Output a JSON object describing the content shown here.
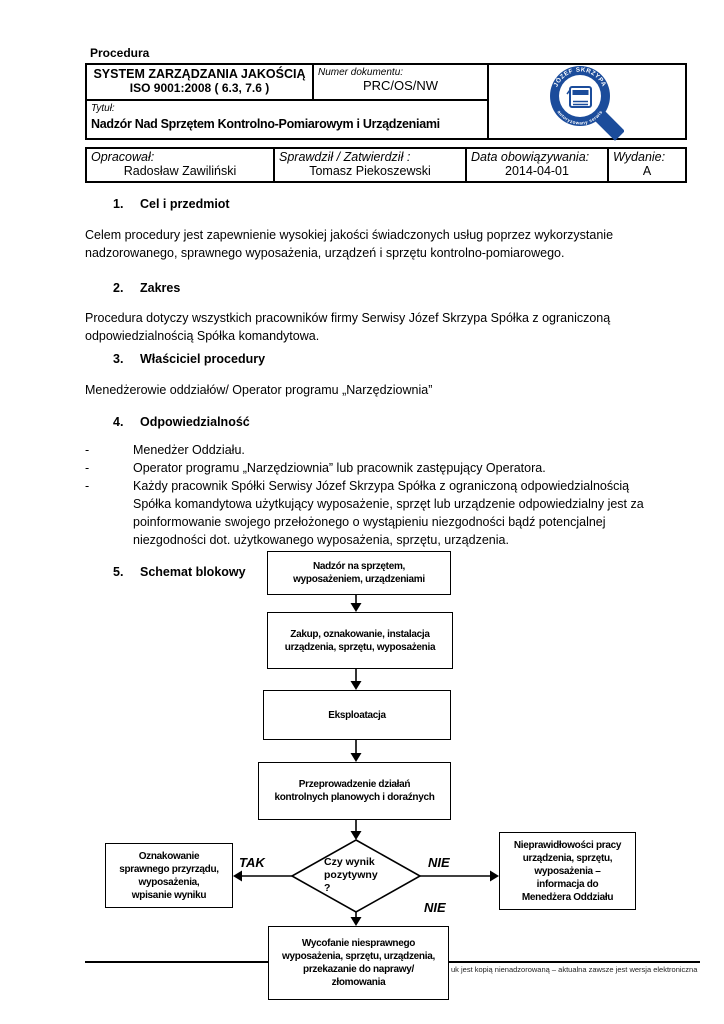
{
  "page": {
    "top_label": "Procedura",
    "footer_note": "uk jest kopią nienadzorowaną – aktualna zawsze jest wersja elektroniczna"
  },
  "header": {
    "system_line1": "SYSTEM ZARZĄDZANIA JAKOŚCIĄ",
    "system_line2": "ISO 9001:2008 ( 6.3, 7.6 )",
    "doc_number_label": "Numer dokumentu:",
    "doc_number": "PRC/OS/NW",
    "title_label": "Tytuł:",
    "title": "Nadzór Nad Sprzętem Kontrolno-Pomiarowym i Urządzeniami",
    "prepared_label": "Opracował:",
    "prepared_by": "Radosław Zawiliński",
    "approved_label": "Sprawdził / Zatwierdził :",
    "approved_by": "Tomasz Piekoszewski",
    "date_label": "Data obowiązywania:",
    "date_value": "2014-04-01",
    "edition_label": "Wydanie:",
    "edition_value": "A",
    "logo": {
      "top_text": "JÓZEF SKRZYPA",
      "bottom_text": "autoryzowany serwis",
      "color": "#1b4c9b"
    }
  },
  "sections": [
    {
      "number": "1.",
      "heading": "Cel i przedmiot",
      "body": "Celem procedury jest zapewnienie wysokiej jakości świadczonych usług poprzez wykorzystanie\nnadzorowanego, sprawnego wyposażenia, urządzeń i sprzętu kontrolno-pomiarowego."
    },
    {
      "number": "2.",
      "heading": "Zakres",
      "body": "Procedura dotyczy wszystkich pracowników firmy Serwisy Józef Skrzypa Spółka z ograniczoną\nodpowiedzialnością Spółka komandytowa."
    },
    {
      "number": "3.",
      "heading": "Właściciel procedury",
      "body": "Menedżerowie oddziałów/ Operator programu „Narzędziownia”"
    },
    {
      "number": "4.",
      "heading": "Odpowiedzialność",
      "body": ""
    },
    {
      "number": "5.",
      "heading": "Schemat blokowy",
      "body": ""
    }
  ],
  "resp": {
    "dash": "-",
    "items": [
      "Menedżer Oddziału.",
      "Operator programu „Narzędziownia” lub pracownik zastępujący Operatora.",
      "Każdy pracownik Spółki Serwisy Józef Skrzypa Spółka z ograniczoną odpowiedzialnością\nSpółka komandytowa użytkujący wyposażenie, sprzęt lub urządzenie odpowiedzialny jest za\npoinformowanie swojego przełożonego o wystąpieniu niezgodności bądź potencjalnej\nniezgodności dot. użytkowanego wyposażenia, sprzętu, urządzenia."
    ]
  },
  "flowchart": {
    "node_nadzor": "Nadzór na sprzętem,\nwyposażeniem, urządzeniami",
    "node_zakup": "Zakup, oznakowanie, instalacja\nurządzenia, sprzętu, wyposażenia",
    "node_eksploatacja": "Eksploatacja",
    "node_kontrola": "Przeprowadzenie działań\nkontrolnych planowych i doraźnych",
    "decision": "Czy wynik\npozytywny\n?",
    "node_oznakowanie": "Oznakowanie\nsprawnego przyrządu,\nwyposażenia,\nwpisanie wyniku",
    "node_nieprawidlowosci": "Nieprawidłowości pracy\nurządzenia, sprzętu,\nwyposażenia –\ninformacja do\nMenedżera Oddziału",
    "node_wycofanie": "Wycofanie niesprawnego\nwyposażenia, sprzętu, urządzenia,\nprzekazanie do naprawy/\nzłomowania",
    "label_tak": "TAK",
    "label_nie_right": "NIE",
    "label_nie_down": "NIE"
  }
}
